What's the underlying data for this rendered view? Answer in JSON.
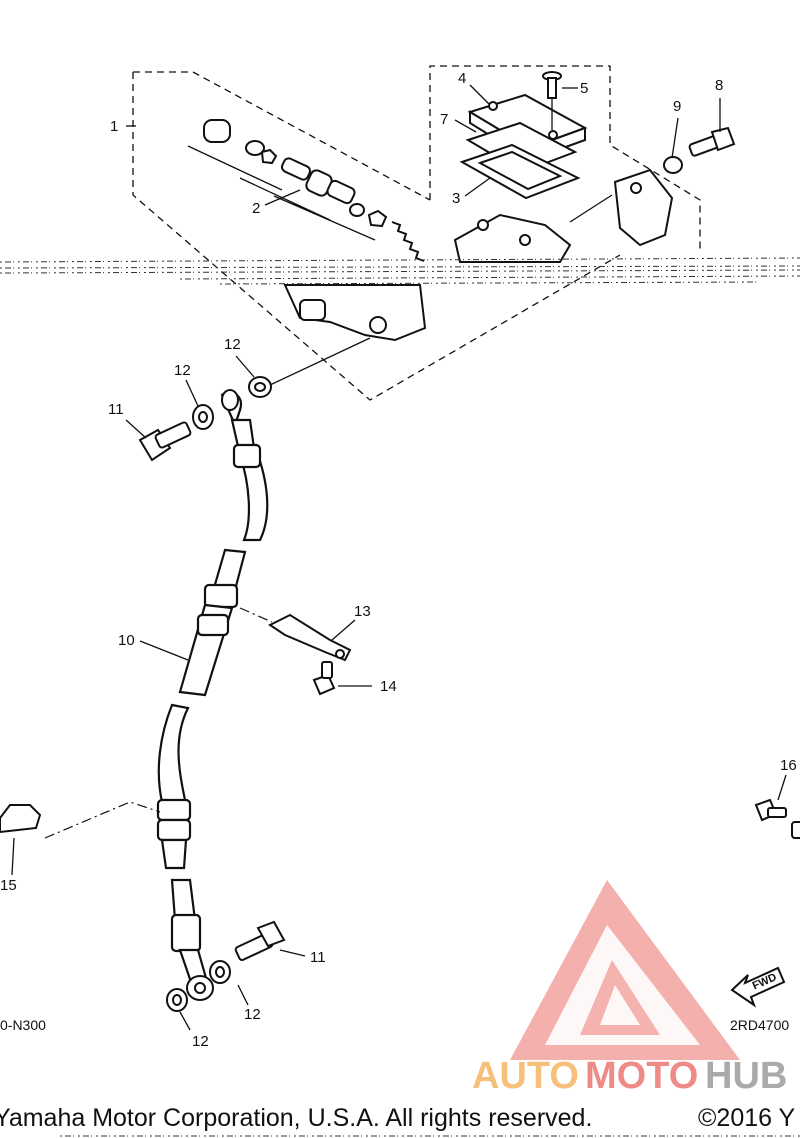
{
  "callouts": {
    "c1": "1",
    "c2": "2",
    "c3": "3",
    "c4": "4",
    "c5": "5",
    "c7": "7",
    "c8": "8",
    "c9": "9",
    "c10": "10",
    "c11a": "11",
    "c11b": "11",
    "c12a": "12",
    "c12b": "12",
    "c12c": "12",
    "c12d": "12",
    "c13": "13",
    "c14": "14",
    "c15": "15",
    "c16": "16"
  },
  "refs": {
    "left": "0-N300",
    "right": "2RD4700"
  },
  "fwd_label": "FWD",
  "watermark": {
    "auto": "AUTO",
    "moto": "MOTO",
    "hub": "HUB"
  },
  "footer": {
    "copyright_left": "Yamaha Motor Corporation, U.S.A. All rights reserved.",
    "copyright_right": "©2016 Y"
  },
  "colors": {
    "watermark_red": "#e8564e",
    "watermark_orange": "#f2a23c",
    "watermark_gray": "#8a8a8a"
  }
}
